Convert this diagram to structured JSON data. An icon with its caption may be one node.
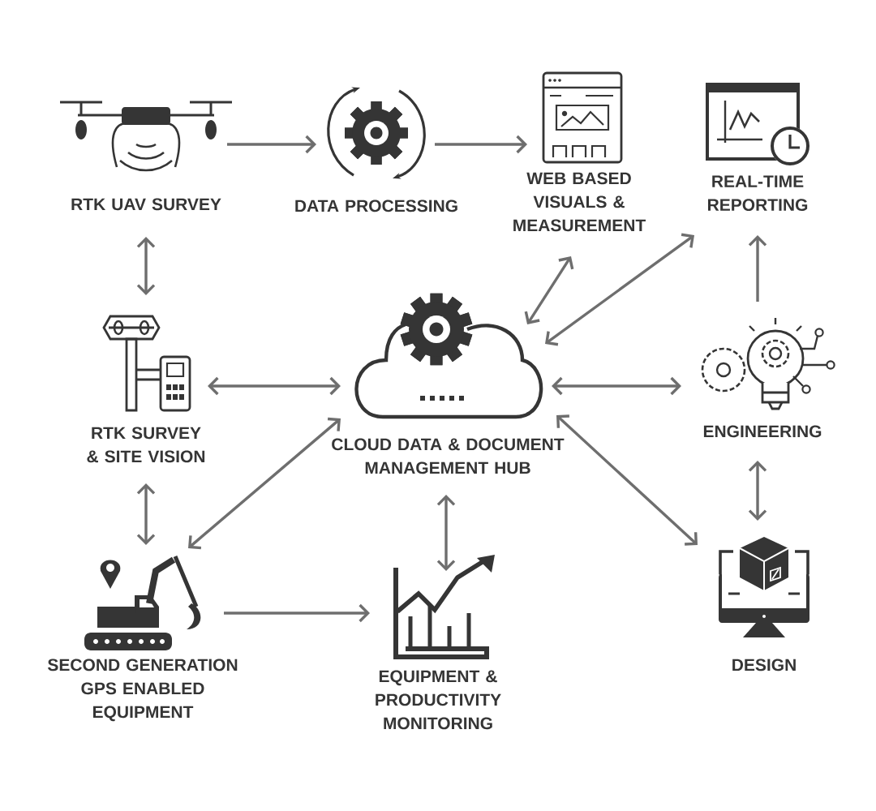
{
  "diagram": {
    "nodes": [
      {
        "text": [
          "RTK UAV SURVEY"
        ]
      },
      {
        "text": [
          "DATA PROCESSING"
        ]
      },
      {
        "text": [
          "WEB BASED VISUALS & MEASUREMENT"
        ]
      },
      {
        "text": [
          "REAL-TIME REPORTING"
        ]
      },
      {
        "text": [
          "RTK SURVEY & SITE VISION"
        ]
      },
      {
        "text": [
          "CLOUD DATA & DOCUMENT MANAGEMENT HUB"
        ]
      },
      {
        "text": [
          "ENGINEERING"
        ]
      },
      {
        "text": [
          "SECOND GENERATION GPS ENABLED EQUIPMENT"
        ]
      },
      {
        "text": [
          "EQUIPMENT & PRODUCTIVITY MONITORING"
        ]
      },
      {
        "text": [
          "DESIGN"
        ]
      }
    ],
    "edges": [
      {
        "from": 0,
        "to": 1,
        "arrow": "to"
      },
      {
        "from": 1,
        "to": 2,
        "arrow": "to"
      },
      {
        "from": 0,
        "to": 4,
        "arrow": "both"
      },
      {
        "from": 5,
        "to": 2,
        "arrow": "both"
      },
      {
        "from": 5,
        "to": 3,
        "arrow": "both"
      },
      {
        "from": 6,
        "to": 3,
        "arrow": "to"
      },
      {
        "from": 4,
        "to": 5,
        "arrow": "both"
      },
      {
        "from": 5,
        "to": 6,
        "arrow": "both"
      },
      {
        "from": 6,
        "to": 9,
        "arrow": "both"
      },
      {
        "from": 4,
        "to": 7,
        "arrow": "both"
      },
      {
        "from": 5,
        "to": 7,
        "arrow": "both"
      },
      {
        "from": 5,
        "to": 8,
        "arrow": "both"
      },
      {
        "from": 5,
        "to": 9,
        "arrow": "both"
      },
      {
        "from": 7,
        "to": 8,
        "arrow": "to"
      }
    ]
  }
}
